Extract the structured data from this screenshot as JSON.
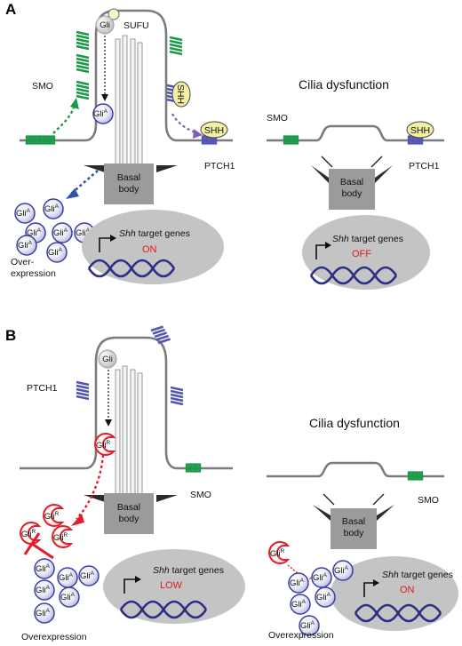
{
  "colors": {
    "smo": "#1a9a48",
    "ptch": "#5156b3",
    "shh_fill": "#f3f0a6",
    "gli_active": "#3a3fa8",
    "gli_repressor": "#e21d2a",
    "nucleus": "#c4c4c4",
    "basal_body": "#9b9b9b",
    "cilium_outline": "#777777",
    "state_text": "#e01b1b"
  },
  "panel_a": {
    "letter": "A",
    "left": {
      "gli": "Gli",
      "sufu": "SUFU",
      "smo": "SMO",
      "shh": "SHH",
      "ptch1": "PTCH1",
      "gli_active": {
        "base": "Gli",
        "sup": "A"
      },
      "basal_line1": "Basal",
      "basal_line2": "body",
      "overexpression_line1": "Over-",
      "overexpression_line2": "expression",
      "gene_italic": "Shh",
      "gene_rest": " target genes",
      "state": "ON"
    },
    "right": {
      "title": "Cilia dysfunction",
      "smo": "SMO",
      "shh": "SHH",
      "ptch1": "PTCH1",
      "basal_line1": "Basal",
      "basal_line2": "body",
      "gene_italic": "Shh",
      "gene_rest": " target genes",
      "state": "OFF"
    }
  },
  "panel_b": {
    "letter": "B",
    "left": {
      "gli": "Gli",
      "ptch1": "PTCH1",
      "smo": "SMO",
      "gli_repressor": {
        "base": "Gli",
        "sup": "R"
      },
      "gli_active": {
        "base": "Gli",
        "sup": "A"
      },
      "basal_line1": "Basal",
      "basal_line2": "body",
      "gene_italic": "Shh",
      "gene_rest": " target genes",
      "state": "LOW",
      "overexpression": "Overexpression"
    },
    "right": {
      "title": "Cilia dysfunction",
      "smo": "SMO",
      "gli_repressor": {
        "base": "Gli",
        "sup": "R"
      },
      "gli_active": {
        "base": "Gli",
        "sup": "A"
      },
      "basal_line1": "Basal",
      "basal_line2": "body",
      "gene_italic": "Shh",
      "gene_rest": " target genes",
      "state": "ON",
      "overexpression": "Overexpression"
    }
  }
}
